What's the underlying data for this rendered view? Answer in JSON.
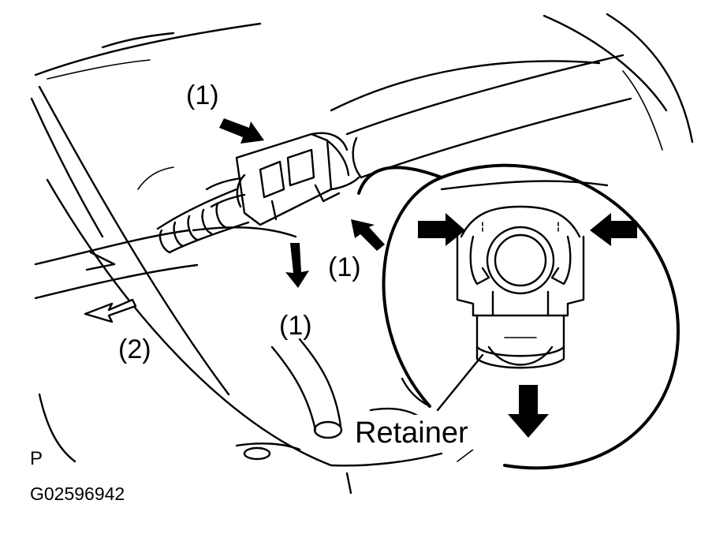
{
  "labels": {
    "callout_top": "(1)",
    "callout_right": "(1)",
    "callout_bottom": "(1)",
    "callout_release": "(2)",
    "retainer": "Retainer",
    "corner_mark": "P",
    "figure_code": "G02596942"
  },
  "icons": {
    "push_arrow": "solid-arrow-icon",
    "release_arrow": "hollow-arrow-icon"
  },
  "colors": {
    "ink": "#000000",
    "paper": "#ffffff"
  }
}
